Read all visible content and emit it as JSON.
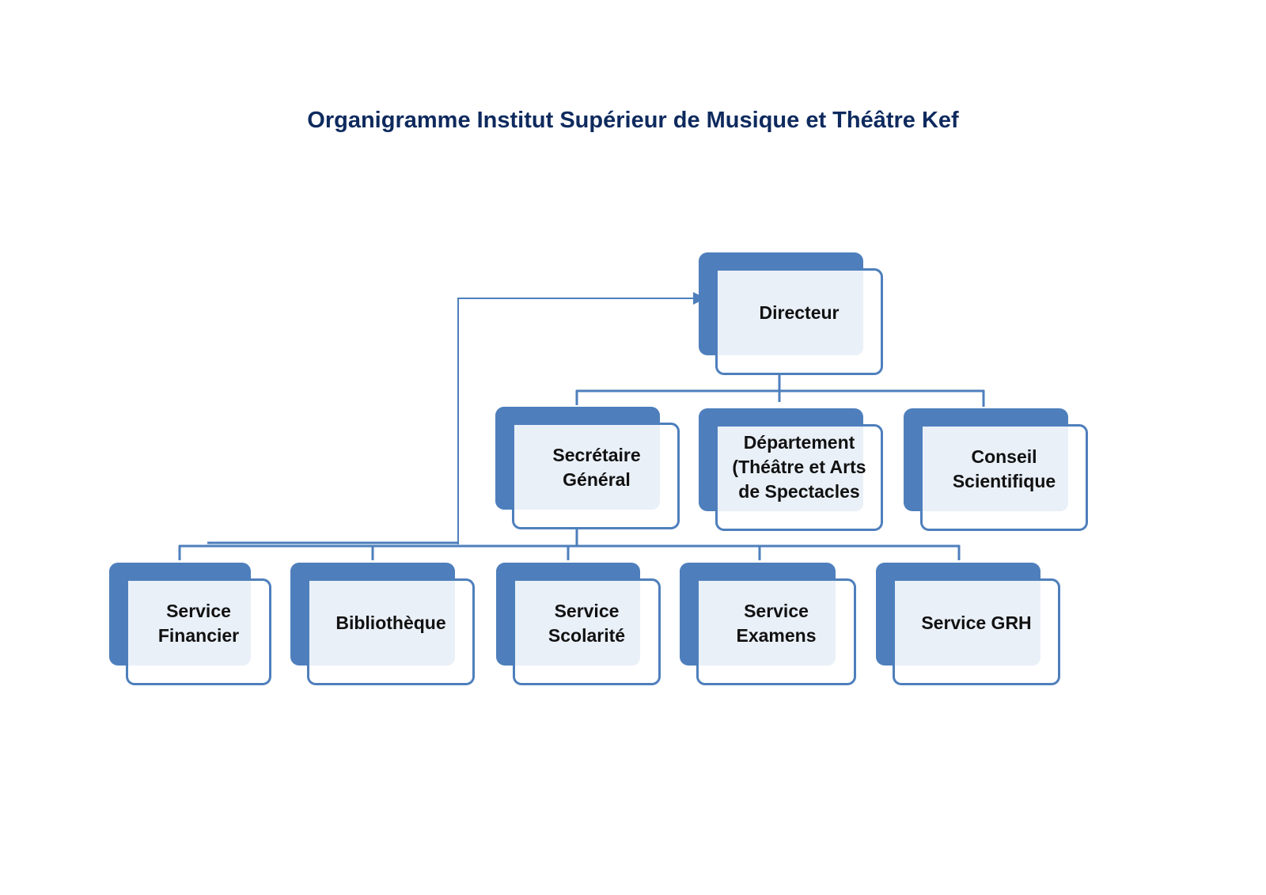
{
  "title": "Organigramme Institut Supérieur de Musique et Théâtre Kef",
  "colors": {
    "title": "#0e2a5e",
    "accent": "#4e7fbc",
    "node_fill": "#eaf0f8",
    "text": "#111111"
  },
  "nodes": {
    "directeur": {
      "label": "Directeur",
      "level": 0
    },
    "secretaire_general": {
      "label": "Secrétaire\nGénéral",
      "level": 1,
      "parent": "directeur"
    },
    "departement": {
      "label": "Département\n(Théâtre et Arts\nde Spectacles",
      "level": 1,
      "parent": "directeur"
    },
    "conseil_scientifique": {
      "label": "Conseil\nScientifique",
      "level": 1,
      "parent": "directeur"
    },
    "service_financier": {
      "label": "Service\nFinancier",
      "level": 2,
      "parent": "secretaire_general"
    },
    "bibliotheque": {
      "label": "Bibliothèque",
      "level": 2,
      "parent": "secretaire_general"
    },
    "service_scolarite": {
      "label": "Service\nScolarité",
      "level": 2,
      "parent": "secretaire_general"
    },
    "service_examens": {
      "label": "Service\nExamens",
      "level": 2,
      "parent": "secretaire_general"
    },
    "service_grh": {
      "label": "Service GRH",
      "level": 2,
      "parent": "secretaire_general"
    }
  },
  "edges": [
    {
      "from": "directeur",
      "to": "secretaire_general"
    },
    {
      "from": "directeur",
      "to": "departement"
    },
    {
      "from": "directeur",
      "to": "conseil_scientifique"
    },
    {
      "from": "secretaire_general",
      "to": "service_financier"
    },
    {
      "from": "secretaire_general",
      "to": "bibliotheque"
    },
    {
      "from": "secretaire_general",
      "to": "service_scolarite"
    },
    {
      "from": "secretaire_general",
      "to": "service_examens"
    },
    {
      "from": "secretaire_general",
      "to": "service_grh"
    },
    {
      "from": "level2-bus",
      "to": "directeur",
      "arrow": true
    }
  ]
}
